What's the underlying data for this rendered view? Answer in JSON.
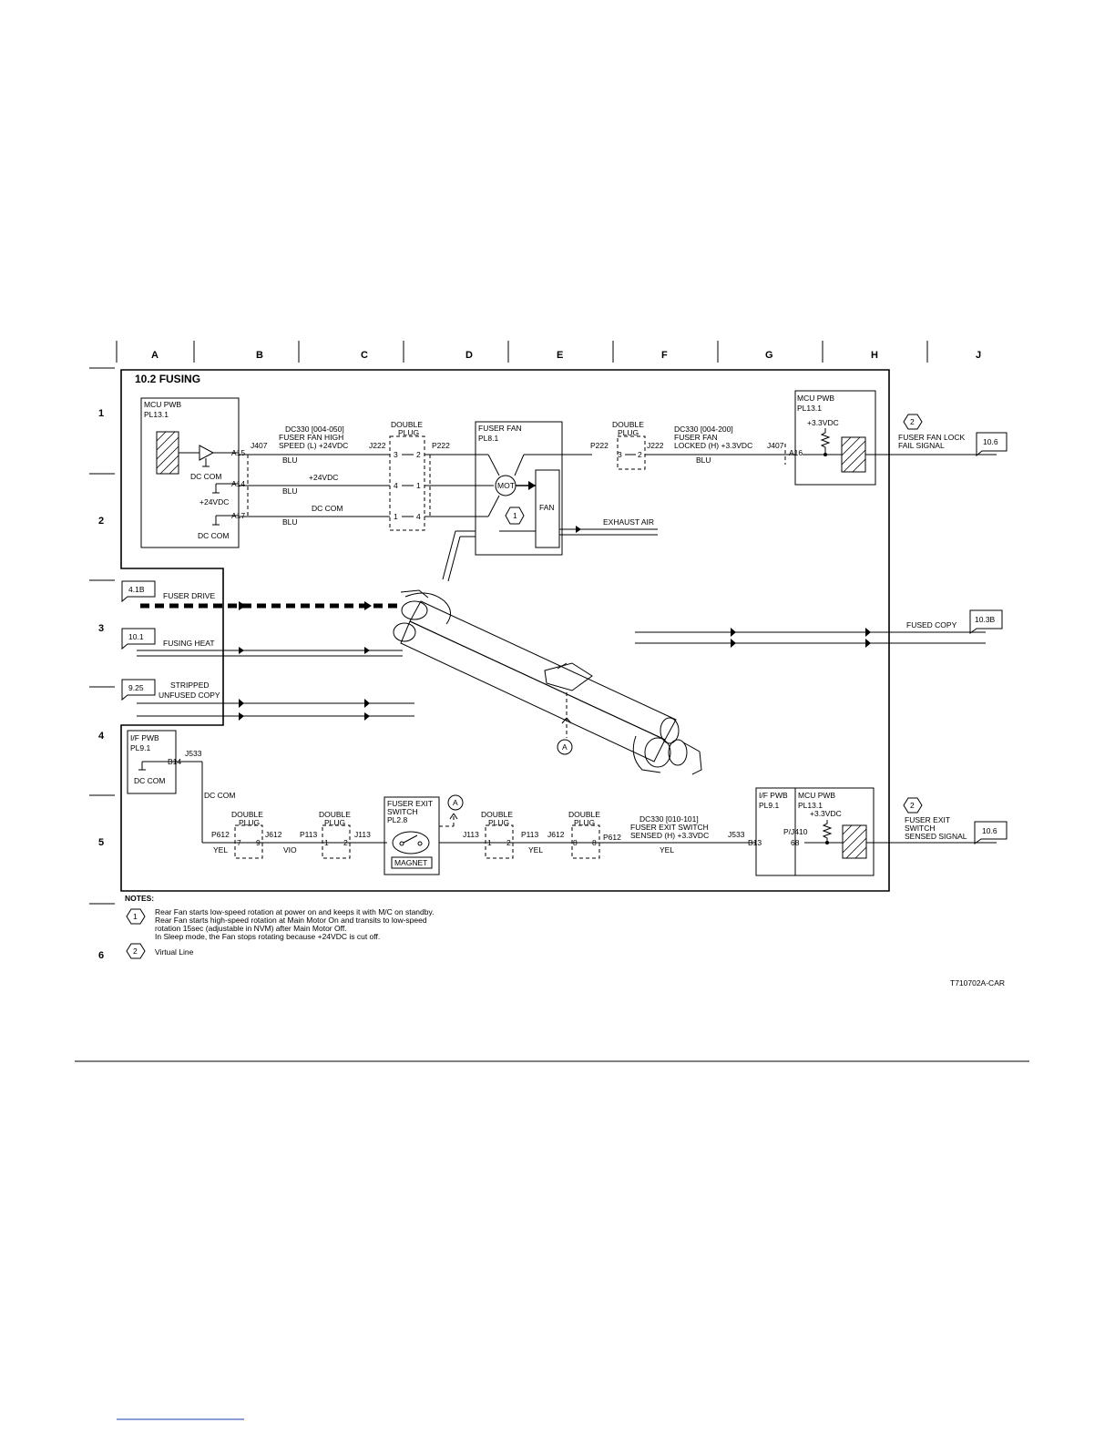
{
  "grid": {
    "columns": [
      "A",
      "B",
      "C",
      "D",
      "E",
      "F",
      "G",
      "H",
      "J"
    ],
    "rows": [
      "1",
      "2",
      "3",
      "4",
      "5",
      "6"
    ]
  },
  "title": "10.2 FUSING",
  "mcu_left": {
    "name": "MCU PWB",
    "pl": "PL13.1",
    "dc_com_1": "DC COM",
    "v24": "+24VDC",
    "dc_com_2": "DC COM",
    "pins": [
      "A15",
      "A14",
      "A17"
    ]
  },
  "wires_top": {
    "j407": "J407",
    "j222": "J222",
    "p222": "P222",
    "sig1": "DC330 [004-050]",
    "sig2": "FUSER FAN HIGH",
    "sig3": "SPEED (L) +24VDC",
    "blu1": "BLU",
    "v24": "+24VDC",
    "blu2": "BLU",
    "dccom": "DC COM",
    "blu3": "BLU",
    "dp1": "DOUBLE",
    "dp2": "PLUG",
    "dp_pins": [
      "3",
      "2",
      "4",
      "1",
      "1",
      "4"
    ]
  },
  "fuser_fan": {
    "name": "FUSER FAN",
    "pl": "PL8.1",
    "mot": "MOT",
    "fan": "FAN",
    "note": "1",
    "exhaust": "EXHAUST AIR"
  },
  "right_top": {
    "p222": "P222",
    "j222": "J222",
    "dp1": "DOUBLE",
    "dp2": "PLUG",
    "pins": [
      "3",
      "2"
    ],
    "sig1": "DC330 [004-200]",
    "sig2": "FUSER FAN",
    "sig3": "LOCKED (H) +3.3VDC",
    "blu": "BLU",
    "j407": "J407",
    "a16": "A16",
    "mcu": "MCU PWB",
    "pl": "PL13.1",
    "v33": "+3.3VDC",
    "vl": "2",
    "out1": "FUSER FAN LOCK",
    "out2": "FAIL SIGNAL",
    "ref": "10.6"
  },
  "inputs": [
    {
      "ref": "4.1B",
      "label": "FUSER DRIVE"
    },
    {
      "ref": "10.1",
      "label": "FUSING HEAT"
    },
    {
      "ref": "9.25",
      "label1": "STRIPPED",
      "label2": "UNFUSED COPY"
    }
  ],
  "fused_copy": {
    "label": "FUSED COPY",
    "ref": "10.3B"
  },
  "sensor_marker": "A",
  "bottom": {
    "if_pwb": "I/F PWB",
    "if_pl": "PL9.1",
    "b14": "B14",
    "j533": "J533",
    "dc_com_l": "DC COM",
    "dc_com": "DC COM",
    "p612": "P612",
    "yel1": "YEL",
    "pins1": [
      "7",
      "9"
    ],
    "j612": "J612",
    "vio": "VIO",
    "p113": "P113",
    "pins2": [
      "1",
      "2"
    ],
    "j113": "J113",
    "dp1": "DOUBLE",
    "dp2": "PLUG",
    "switch1": "FUSER EXIT",
    "switch2": "SWITCH",
    "switch_pl": "PL2.8",
    "magnet": "MAGNET",
    "marker": "A",
    "j113b": "J113",
    "pins3": [
      "1",
      "2"
    ],
    "p113b": "P113",
    "yel2": "YEL",
    "j612b": "J612",
    "pins4": [
      "8",
      "8"
    ],
    "p612b": "P612",
    "sig1": "DC330 [010-101]",
    "sig2": "FUSER EXIT SWITCH",
    "sig3": "SENSED (H) +3.3VDC",
    "yel3": "YEL",
    "j533b": "J533",
    "b13": "B13",
    "if2": "I/F PWB",
    "if2_pl": "PL9.1",
    "mcu": "MCU PWB",
    "mcu_pl": "PL13.1",
    "v33": "+3.3VDC",
    "pj": "P/J410",
    "p68": "68",
    "vl": "2",
    "out1": "FUSER EXIT",
    "out2": "SWITCH",
    "out3": "SENSED SIGNAL",
    "ref": "10.6"
  },
  "notes": {
    "heading": "NOTES:",
    "n1_tag": "1",
    "n1": [
      "Rear Fan starts low-speed rotation at power on and keeps it with M/C on standby.",
      "Rear Fan starts high-speed rotation at Main Motor On and transits to low-speed",
      "rotation 15sec (adjustable in NVM) after Main Motor Off.",
      "In Sleep mode, the Fan stops rotating because +24VDC is cut off."
    ],
    "n2_tag": "2",
    "n2": "Virtual Line"
  },
  "figure_id": "T710702A-CAR"
}
